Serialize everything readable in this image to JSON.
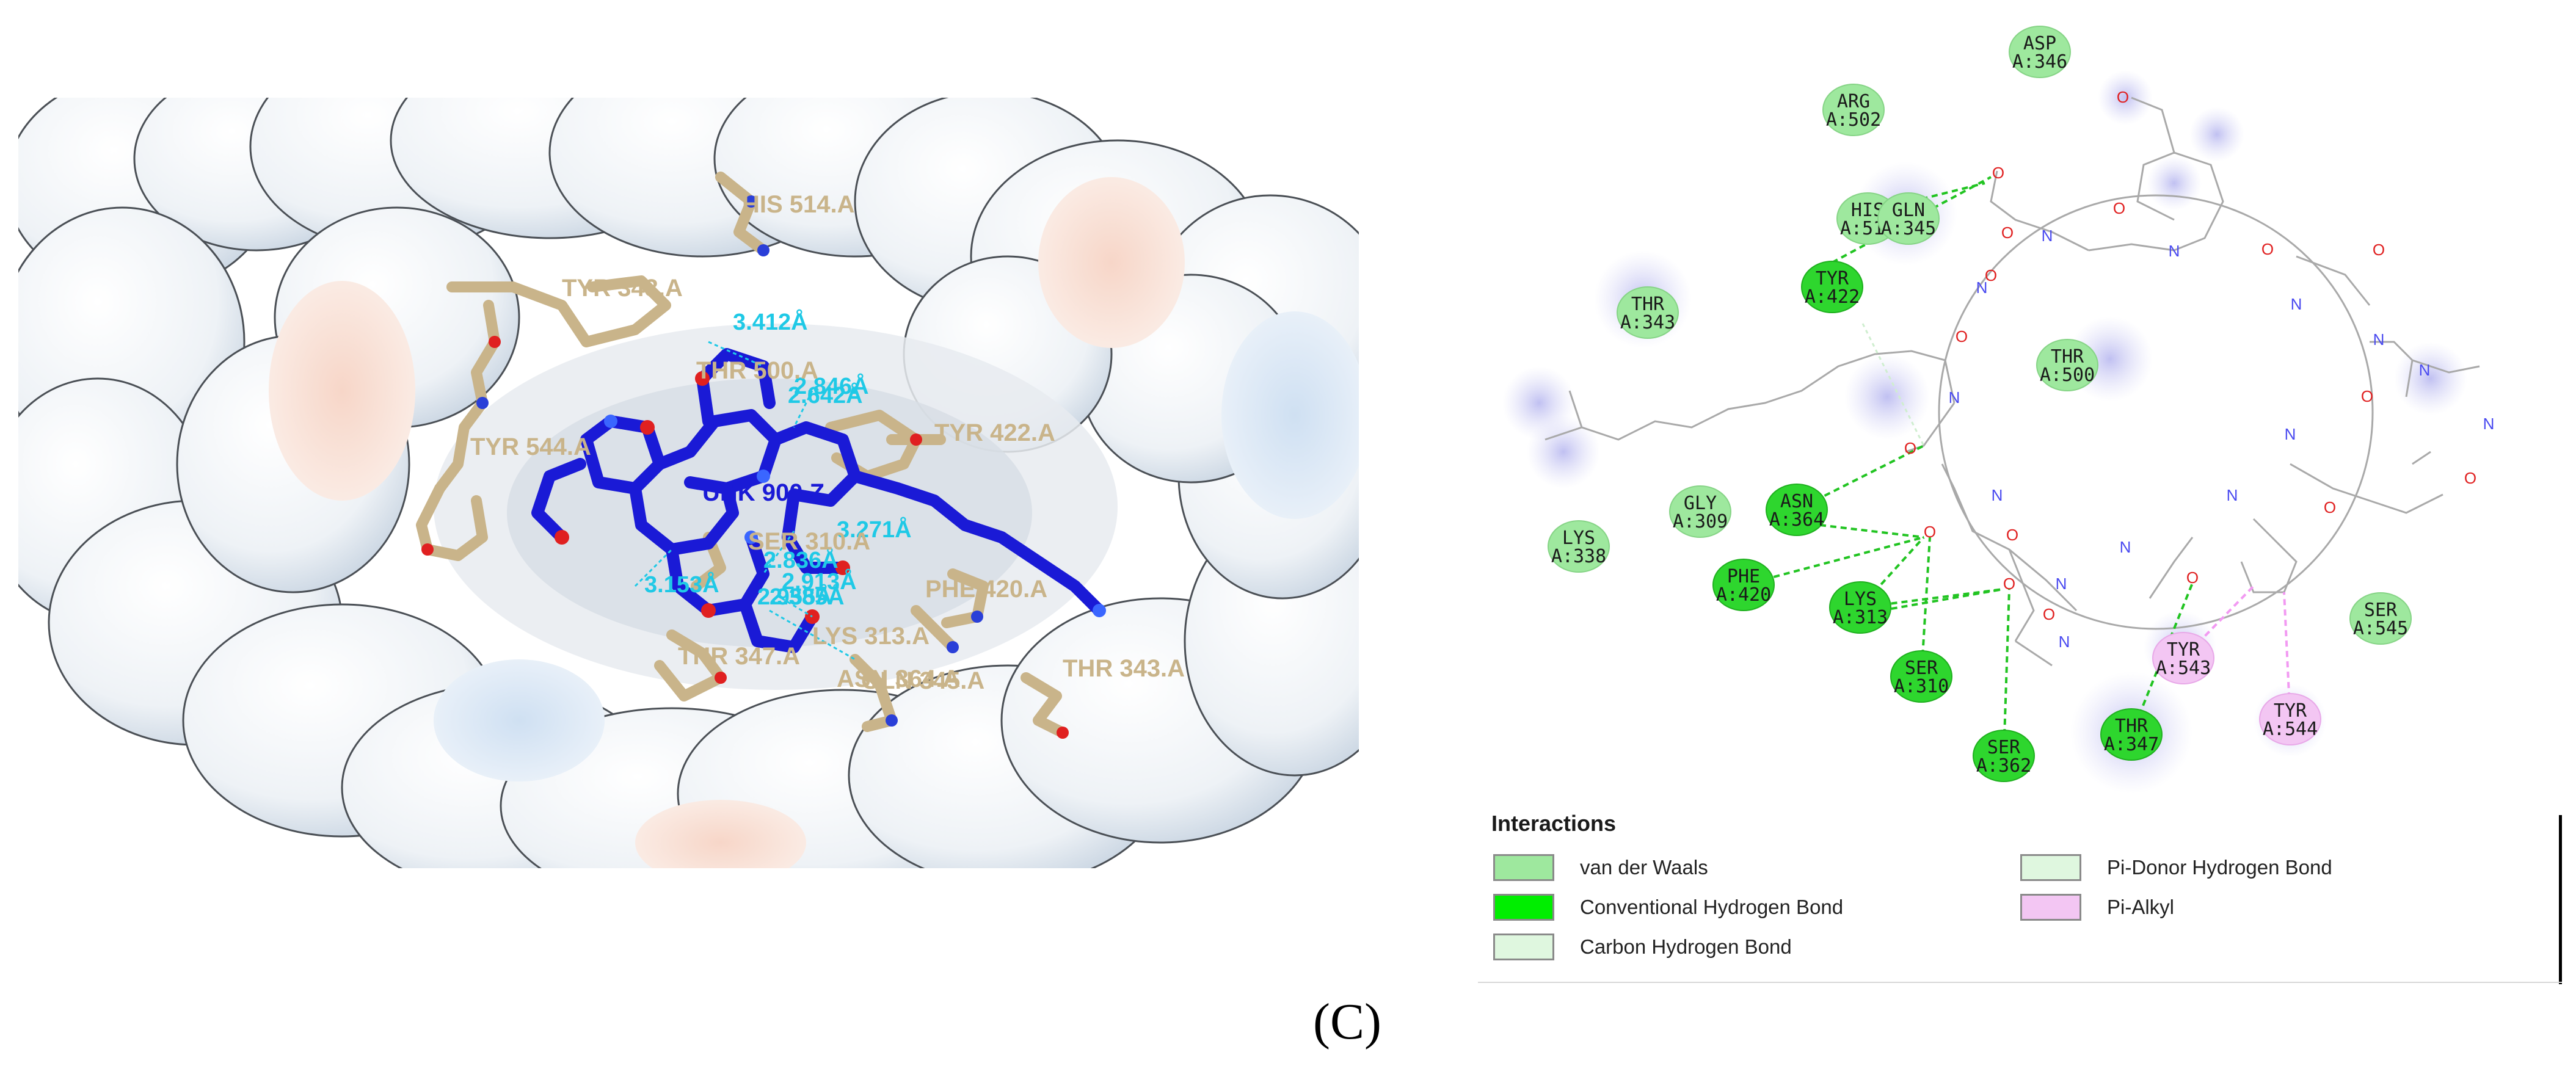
{
  "panel_label": "(C)",
  "left_panel": {
    "distance_labels": [
      "3.412Å",
      "2.846Å",
      "2.642Å",
      "3.271Å",
      "2.836Å",
      "3.153Å",
      "2.913Å",
      "2.955Å",
      "2.385Å"
    ],
    "residue_labels": [
      "HIS 514.A",
      "TYR 343.A",
      "THR 500.A",
      "TYR 422.A",
      "TYR 544.A",
      "UNK 900.Z",
      "SER 310.A",
      "PHE 420.A",
      "THR 347.A",
      "LYS 313.A",
      "ASN 364.A",
      "GLN 345.A",
      "THR 343.A"
    ],
    "colors": {
      "ligand": "#1a1ad6",
      "residue_carbon": "#c9b48a",
      "distance": "#1fc9e6",
      "oxygen": "#e02020",
      "nitrogen": "#2a3fd8"
    }
  },
  "right_panel": {
    "residues": [
      {
        "name": "ASP",
        "chain": "A:346",
        "type": "vdw"
      },
      {
        "name": "ARG",
        "chain": "A:502",
        "type": "vdw"
      },
      {
        "name": "HIS",
        "chain": "A:514",
        "type": "vdw"
      },
      {
        "name": "GLN",
        "chain": "A:345",
        "type": "vdw"
      },
      {
        "name": "TYR",
        "chain": "A:422",
        "type": "hbond"
      },
      {
        "name": "THR",
        "chain": "A:343",
        "type": "vdw"
      },
      {
        "name": "THR",
        "chain": "A:500",
        "type": "vdw"
      },
      {
        "name": "GLY",
        "chain": "A:309",
        "type": "vdw"
      },
      {
        "name": "ASN",
        "chain": "A:364",
        "type": "hbond"
      },
      {
        "name": "LYS",
        "chain": "A:338",
        "type": "vdw"
      },
      {
        "name": "PHE",
        "chain": "A:420",
        "type": "hbond"
      },
      {
        "name": "LYS",
        "chain": "A:313",
        "type": "hbond"
      },
      {
        "name": "SER",
        "chain": "A:310",
        "type": "hbond"
      },
      {
        "name": "SER",
        "chain": "A:362",
        "type": "hbond"
      },
      {
        "name": "THR",
        "chain": "A:347",
        "type": "hbond"
      },
      {
        "name": "TYR",
        "chain": "A:543",
        "type": "pialkyl"
      },
      {
        "name": "TYR",
        "chain": "A:544",
        "type": "pialkyl"
      },
      {
        "name": "SER",
        "chain": "A:545",
        "type": "vdw"
      }
    ],
    "atom_letters": {
      "oxygen": "O",
      "nitrogen": "N"
    },
    "colors": {
      "vdw": "#9ee89e",
      "hbond": "#2ed62e",
      "carbon_hbond": "#dff7df",
      "pi_donor": "#dff7df",
      "pialkyl": "#f3c6f3",
      "hbond_line": "#22c422",
      "pialkyl_line": "#f29af2",
      "bond": "#a9a9a9",
      "halo": "#c9c9ee"
    },
    "legend": {
      "title": "Interactions",
      "items": [
        {
          "label": "van der Waals",
          "color": "#9ee89e"
        },
        {
          "label": "Conventional Hydrogen Bond",
          "color": "#00ee00"
        },
        {
          "label": "Carbon Hydrogen Bond",
          "color": "#dff7df"
        },
        {
          "label": "Pi-Donor Hydrogen Bond",
          "color": "#dff7df"
        },
        {
          "label": "Pi-Alkyl",
          "color": "#f3c6f3"
        }
      ]
    }
  }
}
